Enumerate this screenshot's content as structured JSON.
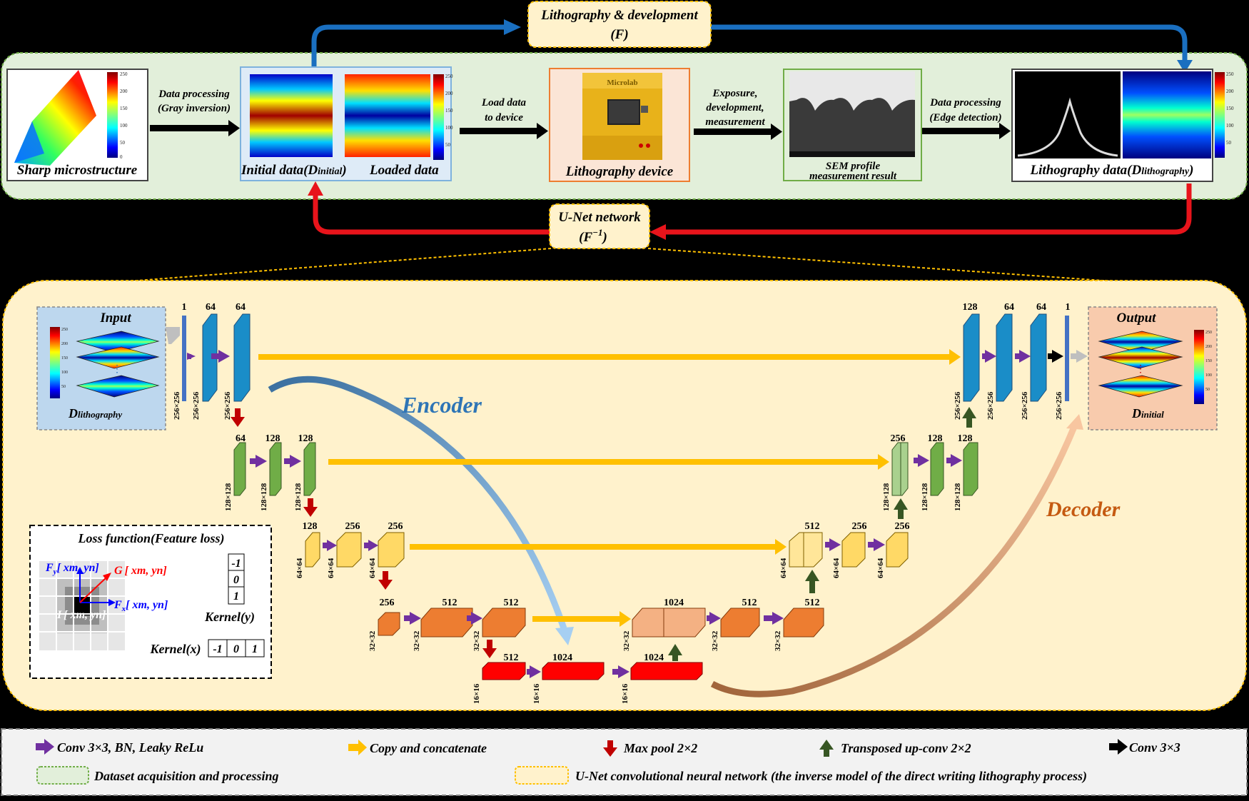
{
  "top": {
    "litho_label": "Lithography & development",
    "litho_sub": "(F)",
    "unet_label": "U-Net network",
    "unet_sub": "(F",
    "unet_sup": "−1",
    "unet_close": ")",
    "sharp_label": "Sharp microstructure",
    "dp1_line1": "Data processing",
    "dp1_line2": "(Gray inversion)",
    "initial_label_a": "Initial data(D",
    "initial_label_sub": "initial",
    "initial_label_b": ")",
    "loaded_label": "Loaded data",
    "load_line1": "Load data",
    "load_line2": "to device",
    "device_label": "Lithography device",
    "microlab": "Microlab",
    "exp_line1": "Exposure,",
    "exp_line2": "development,",
    "exp_line3": "measurement",
    "sem_line1": "SEM profile",
    "sem_line2": "measurement result",
    "dp2_line1": "Data processing",
    "dp2_line2": "(Edge detection)",
    "litho_data_a": "Lithography data(D",
    "litho_data_sub": "lithography",
    "litho_data_b": ")",
    "colorbar_ticks": [
      "250",
      "200",
      "150",
      "100",
      "50",
      "0"
    ]
  },
  "unet": {
    "input_title": "Input",
    "input_label": "D",
    "input_sub": "lithography",
    "output_title": "Output",
    "output_label": "D",
    "output_sub": "initial",
    "encoder": "Encoder",
    "decoder": "Decoder",
    "channels": {
      "l1_in": "1",
      "l1_a": "64",
      "l1_b": "64",
      "l2_a": "64",
      "l2_b": "128",
      "l2_c": "128",
      "l3_a": "128",
      "l3_b": "256",
      "l3_c": "256",
      "l4_a": "256",
      "l4_b": "512",
      "l4_c": "512",
      "l5_a": "512",
      "l5_b": "1024",
      "l5_c": "1024",
      "d4_a": "1024",
      "d4_b": "512",
      "d4_c": "512",
      "d3_a": "512",
      "d3_b": "256",
      "d3_c": "256",
      "d3_up": "512",
      "d2_a": "256",
      "d2_b": "128",
      "d2_c": "128",
      "d1_a": "128",
      "d1_b": "64",
      "d1_c": "64",
      "d1_out": "1"
    },
    "sizes": {
      "s256": "256×256",
      "s128": "128×128",
      "s64": "64×64",
      "s32": "32×32",
      "s16": "16×16"
    },
    "loss": {
      "title": "Loss function(Feature loss)",
      "fy": "F",
      "fy_sub": "y",
      "fx": "F",
      "fx_sub": "x",
      "g": "G",
      "i": "I",
      "coord": "[ xm, yn]",
      "kernel_y_label": "Kernel(y)",
      "kernel_x_label": "Kernel(x)",
      "kernel_y": [
        "-1",
        "0",
        "1"
      ],
      "kernel_x": [
        "-1",
        "0",
        "1"
      ]
    }
  },
  "legend": {
    "conv": "Conv 3×3, BN, Leaky ReLu",
    "copy": "Copy and concatenate",
    "maxpool": "Max pool 2×2",
    "upconv": "Transposed up-conv 2×2",
    "conv33": "Conv 3×3",
    "dataset": "Dataset acquisition and processing",
    "unet": "U-Net convolutional neural network (the inverse model of the direct writing lithography process)"
  },
  "colors": {
    "blue": "#1a6fc0",
    "red": "#e8141b",
    "purple": "#7030a0",
    "yellow": "#ffc000",
    "darkred": "#c00000",
    "darkgreen": "#375623"
  }
}
